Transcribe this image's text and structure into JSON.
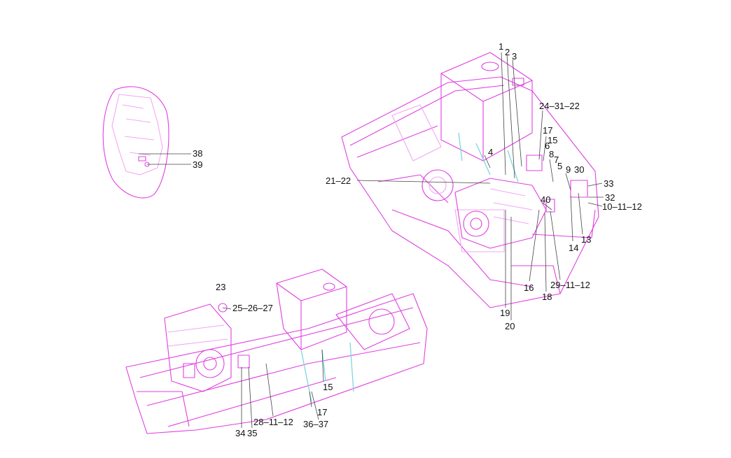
{
  "colors": {
    "drawing": "#e040e0",
    "drawing_light": "#f2a8f2",
    "hose": "#7fd6e0",
    "leader": "#444444",
    "label": "#111111",
    "background": "#ffffff"
  },
  "callouts": {
    "c1": "1",
    "c2": "2",
    "c3": "3",
    "c24_31_22": "24–31–22",
    "c17_top": "17",
    "c15_top": "15",
    "c4": "4",
    "c6": "6",
    "c8": "8",
    "c7": "7",
    "c5": "5",
    "c9": "9",
    "c30": "30",
    "c33": "33",
    "c32": "32",
    "c10_11_12": "10–11–12",
    "c40": "40",
    "c21_22": "21–22",
    "c13": "13",
    "c14": "14",
    "c16": "16",
    "c18": "18",
    "c29_11_12": "29–11–12",
    "c19": "19",
    "c20": "20",
    "c38": "38",
    "c39": "39",
    "c23": "23",
    "c25_26_27": "25–26–27",
    "c15_bottom": "15",
    "c17_bottom": "17",
    "c28_11_12": "28–11–12",
    "c36_37": "36–37",
    "c34": "34",
    "c35": "35"
  }
}
